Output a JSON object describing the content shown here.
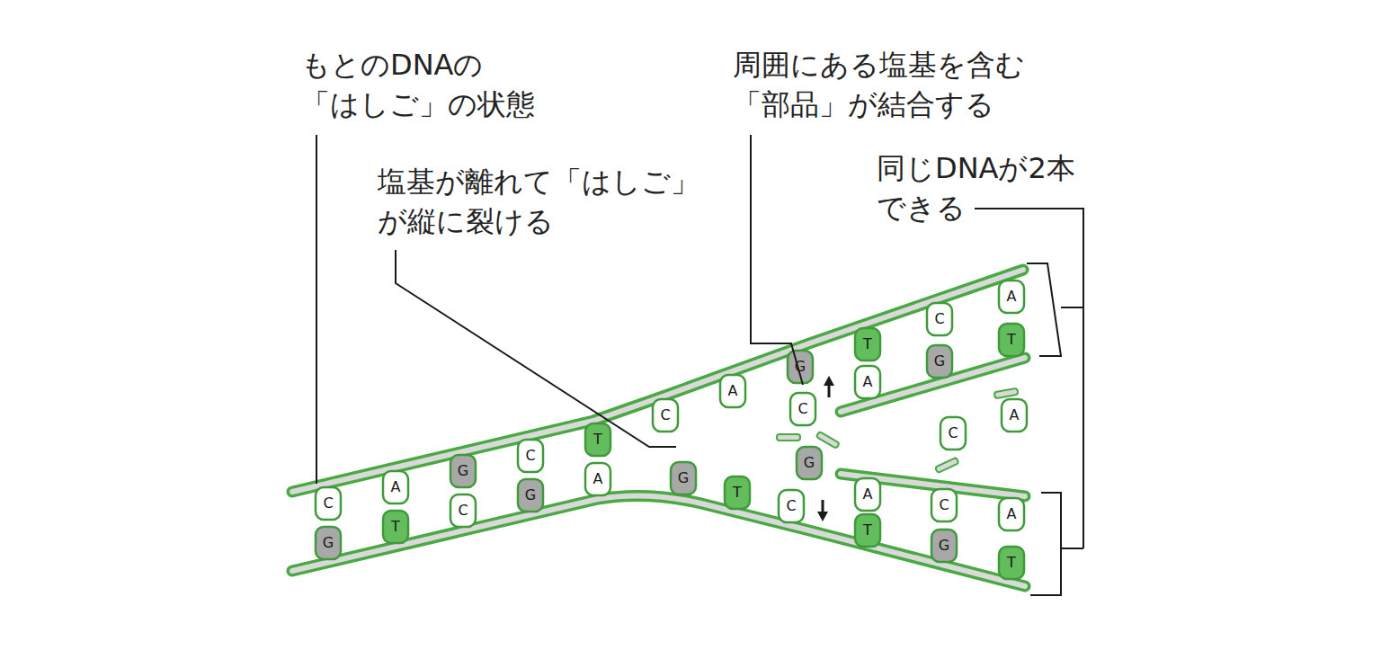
{
  "diagram": {
    "labels": [
      "もとのDNAの 「はしご」の状態",
      "塩基が離れて「はしご」 が縦に裂ける",
      "周囲にある塩基を含む 「部品」が結合する",
      "同じDNAが2本 できる",
      "C",
      "G",
      "A",
      "T",
      "G",
      "C",
      "C",
      "G",
      "T",
      "A",
      "C",
      "A",
      "G",
      "C",
      "G",
      "T",
      "C",
      "G",
      "C",
      "A",
      "T",
      "A",
      "C",
      "G",
      "A",
      "T",
      "A",
      "T",
      "C",
      "G",
      "A",
      "T"
    ]
  }
}
